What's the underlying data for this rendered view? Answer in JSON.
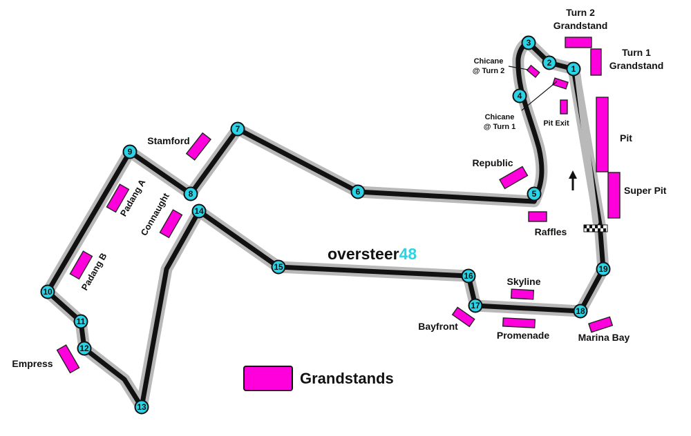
{
  "logo": {
    "text": "oversteer",
    "number": "48"
  },
  "legend": {
    "label": "Grandstands",
    "swatch_color": "#ff00dd"
  },
  "colors": {
    "track": "#111111",
    "track_halo": "#b9b9b9",
    "turn_marker": "#2ad4e6",
    "grandstand": "#ff00dd"
  },
  "turns": [
    "1",
    "2",
    "3",
    "4",
    "5",
    "6",
    "7",
    "8",
    "9",
    "10",
    "11",
    "12",
    "13",
    "14",
    "15",
    "16",
    "17",
    "18",
    "19"
  ],
  "grandstands": {
    "turn2": [
      "Turn 2",
      "Grandstand"
    ],
    "turn1": [
      "Turn 1",
      "Grandstand"
    ],
    "chicane2": [
      "Chicane",
      "@ Turn 2"
    ],
    "chicane1": [
      "Chicane",
      "@ Turn 1"
    ],
    "pit_exit": "Pit Exit",
    "pit": "Pit",
    "super_pit": "Super Pit",
    "republic": "Republic",
    "raffles": "Raffles",
    "stamford": "Stamford",
    "padang_a": "Padang A",
    "padang_b": "Padang B",
    "connaught": "Connaught",
    "skyline": "Skyline",
    "bayfront": "Bayfront",
    "promenade": "Promenade",
    "marina_bay": "Marina Bay",
    "empress": "Empress"
  }
}
